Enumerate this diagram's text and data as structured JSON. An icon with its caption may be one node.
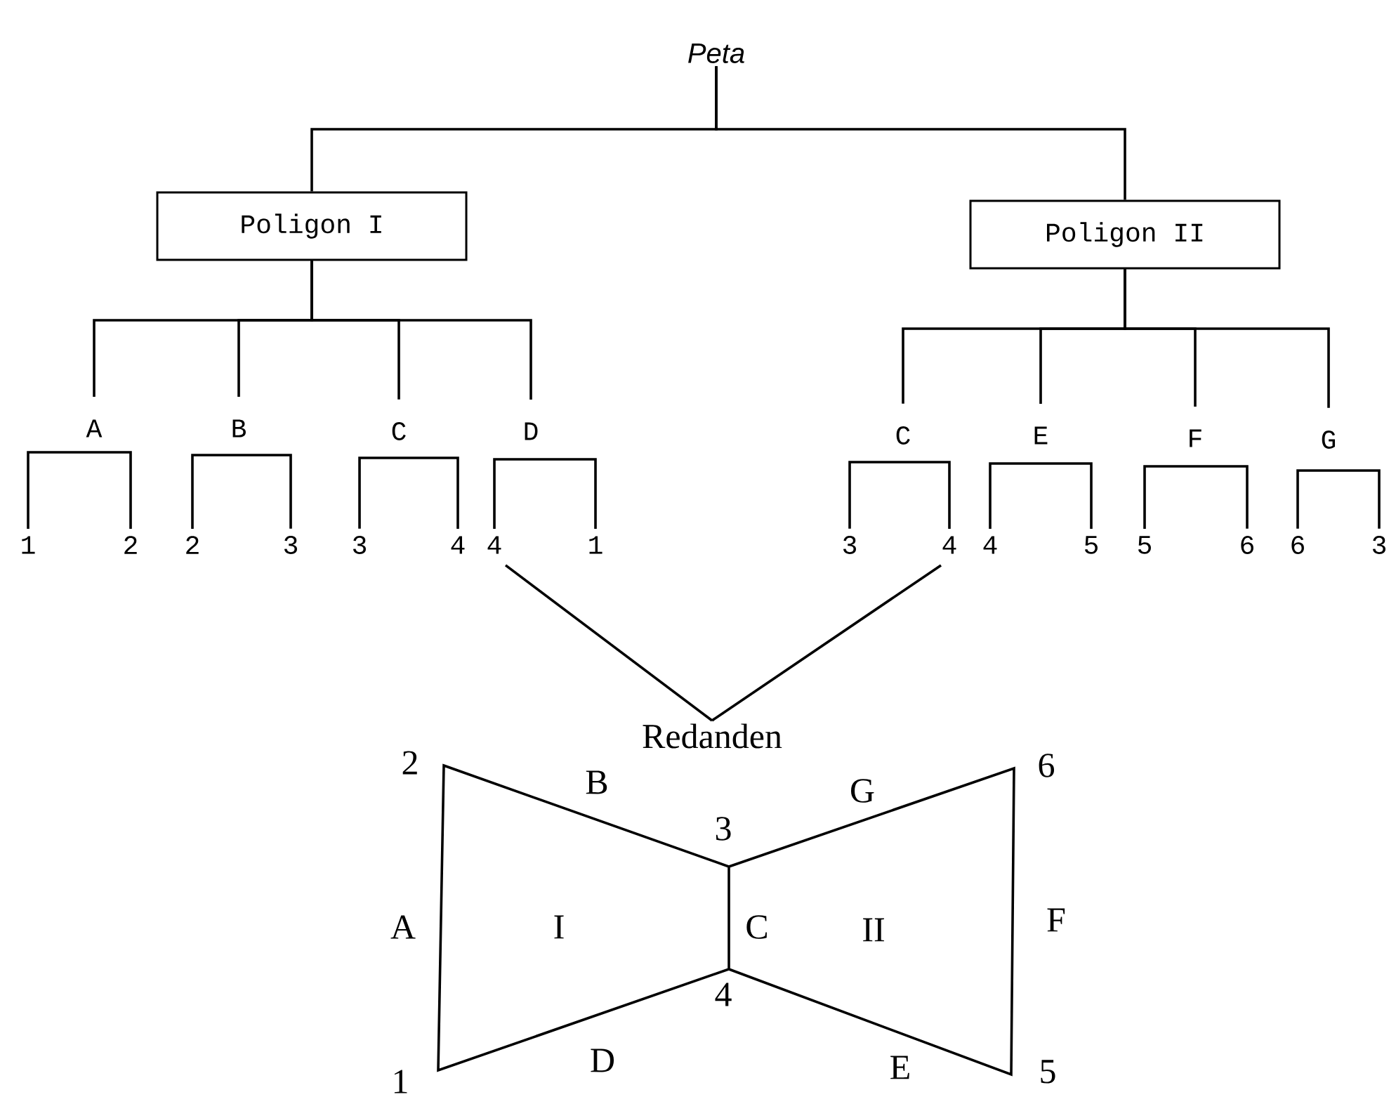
{
  "diagram": {
    "nodes": [
      {
        "text": [
          "Peta"
        ]
      },
      {
        "text": [
          "Poligon I"
        ]
      },
      {
        "text": [
          "Poligon II"
        ]
      },
      {
        "text": [
          "A"
        ]
      },
      {
        "text": [
          "B"
        ]
      },
      {
        "text": [
          "C"
        ]
      },
      {
        "text": [
          "D"
        ]
      },
      {
        "text": [
          "C"
        ]
      },
      {
        "text": [
          "E"
        ]
      },
      {
        "text": [
          "F"
        ]
      },
      {
        "text": [
          "G"
        ]
      },
      {
        "text": [
          "1"
        ]
      },
      {
        "text": [
          "2"
        ]
      },
      {
        "text": [
          "2"
        ]
      },
      {
        "text": [
          "3"
        ]
      },
      {
        "text": [
          "3"
        ]
      },
      {
        "text": [
          "4"
        ]
      },
      {
        "text": [
          "4"
        ]
      },
      {
        "text": [
          "1"
        ]
      },
      {
        "text": [
          "3"
        ]
      },
      {
        "text": [
          "4"
        ]
      },
      {
        "text": [
          "4"
        ]
      },
      {
        "text": [
          "5"
        ]
      },
      {
        "text": [
          "5"
        ]
      },
      {
        "text": [
          "6"
        ]
      },
      {
        "text": [
          "6"
        ]
      },
      {
        "text": [
          "3"
        ]
      },
      {
        "text": [
          "Redanden"
        ]
      }
    ],
    "edges": [
      {
        "from": 0,
        "to": 1,
        "arrow": "none"
      },
      {
        "from": 0,
        "to": 2,
        "arrow": "none"
      },
      {
        "from": 1,
        "to": 3,
        "arrow": "none"
      },
      {
        "from": 1,
        "to": 4,
        "arrow": "none"
      },
      {
        "from": 1,
        "to": 5,
        "arrow": "none"
      },
      {
        "from": 1,
        "to": 6,
        "arrow": "none"
      },
      {
        "from": 2,
        "to": 7,
        "arrow": "none"
      },
      {
        "from": 2,
        "to": 8,
        "arrow": "none"
      },
      {
        "from": 2,
        "to": 9,
        "arrow": "none"
      },
      {
        "from": 2,
        "to": 10,
        "arrow": "none"
      },
      {
        "from": 11,
        "to": 12,
        "arrow": "none"
      },
      {
        "from": 13,
        "to": 14,
        "arrow": "none"
      },
      {
        "from": 15,
        "to": 16,
        "arrow": "none"
      },
      {
        "from": 17,
        "to": 18,
        "arrow": "none"
      },
      {
        "from": 19,
        "to": 20,
        "arrow": "none"
      },
      {
        "from": 21,
        "to": 22,
        "arrow": "none"
      },
      {
        "from": 23,
        "to": 24,
        "arrow": "none"
      },
      {
        "from": 25,
        "to": 26,
        "arrow": "none"
      },
      {
        "from": 17,
        "to": 27,
        "arrow": "none"
      },
      {
        "from": 20,
        "to": 27,
        "arrow": "none"
      }
    ],
    "labels": [
      "2",
      "6",
      "B",
      "G",
      "3",
      "A",
      "I",
      "C",
      "II",
      "F",
      "4",
      "D",
      "E",
      "5",
      "1"
    ]
  }
}
